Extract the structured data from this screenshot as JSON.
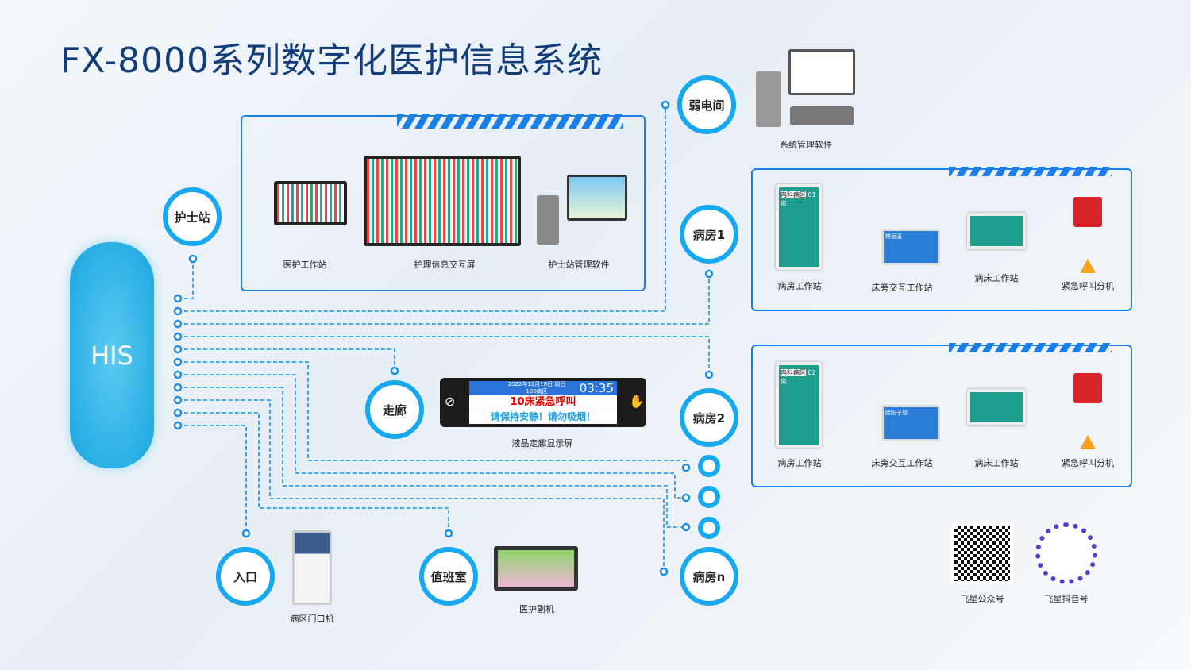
{
  "title": "FX-8000系列数字化医护信息系统",
  "his": "HIS",
  "nodes": {
    "nurse_station": "护士站",
    "weak_room": "弱电间",
    "room1": "病房1",
    "room2": "病房2",
    "roomn": "病房n",
    "corridor": "走廊",
    "entrance": "入口",
    "duty_room": "值班室"
  },
  "nurse_devices": [
    "医护工作站",
    "护理信息交互屏",
    "护士站管理软件"
  ],
  "server_label": "系统管理软件",
  "room_devices": [
    "病房工作站",
    "床旁交互工作站",
    "病床工作站",
    "紧急呼叫分机"
  ],
  "room1_panel": {
    "ward": "内科病区",
    "room": "01房",
    "bed_patient": "林丽溪"
  },
  "room2_panel": {
    "ward": "内科病区",
    "room": "02房",
    "bed_patient": "欧阳子旭"
  },
  "corridor_display": {
    "date": "2022年12月18日 周日",
    "ward": "108病区",
    "time": "03:35",
    "alert": "10床紧急呼叫",
    "notice": "请保持安静！请勿吸烟！",
    "label": "液晶走廊显示屏"
  },
  "entrance_device": "病区门口机",
  "duty_device": "医护副机",
  "qr": [
    "飞星公众号",
    "飞星抖音号"
  ],
  "colors": {
    "accent": "#16a8f0",
    "frame": "#1a7fe8",
    "title": "#123c7a",
    "alert": "#e00000"
  }
}
